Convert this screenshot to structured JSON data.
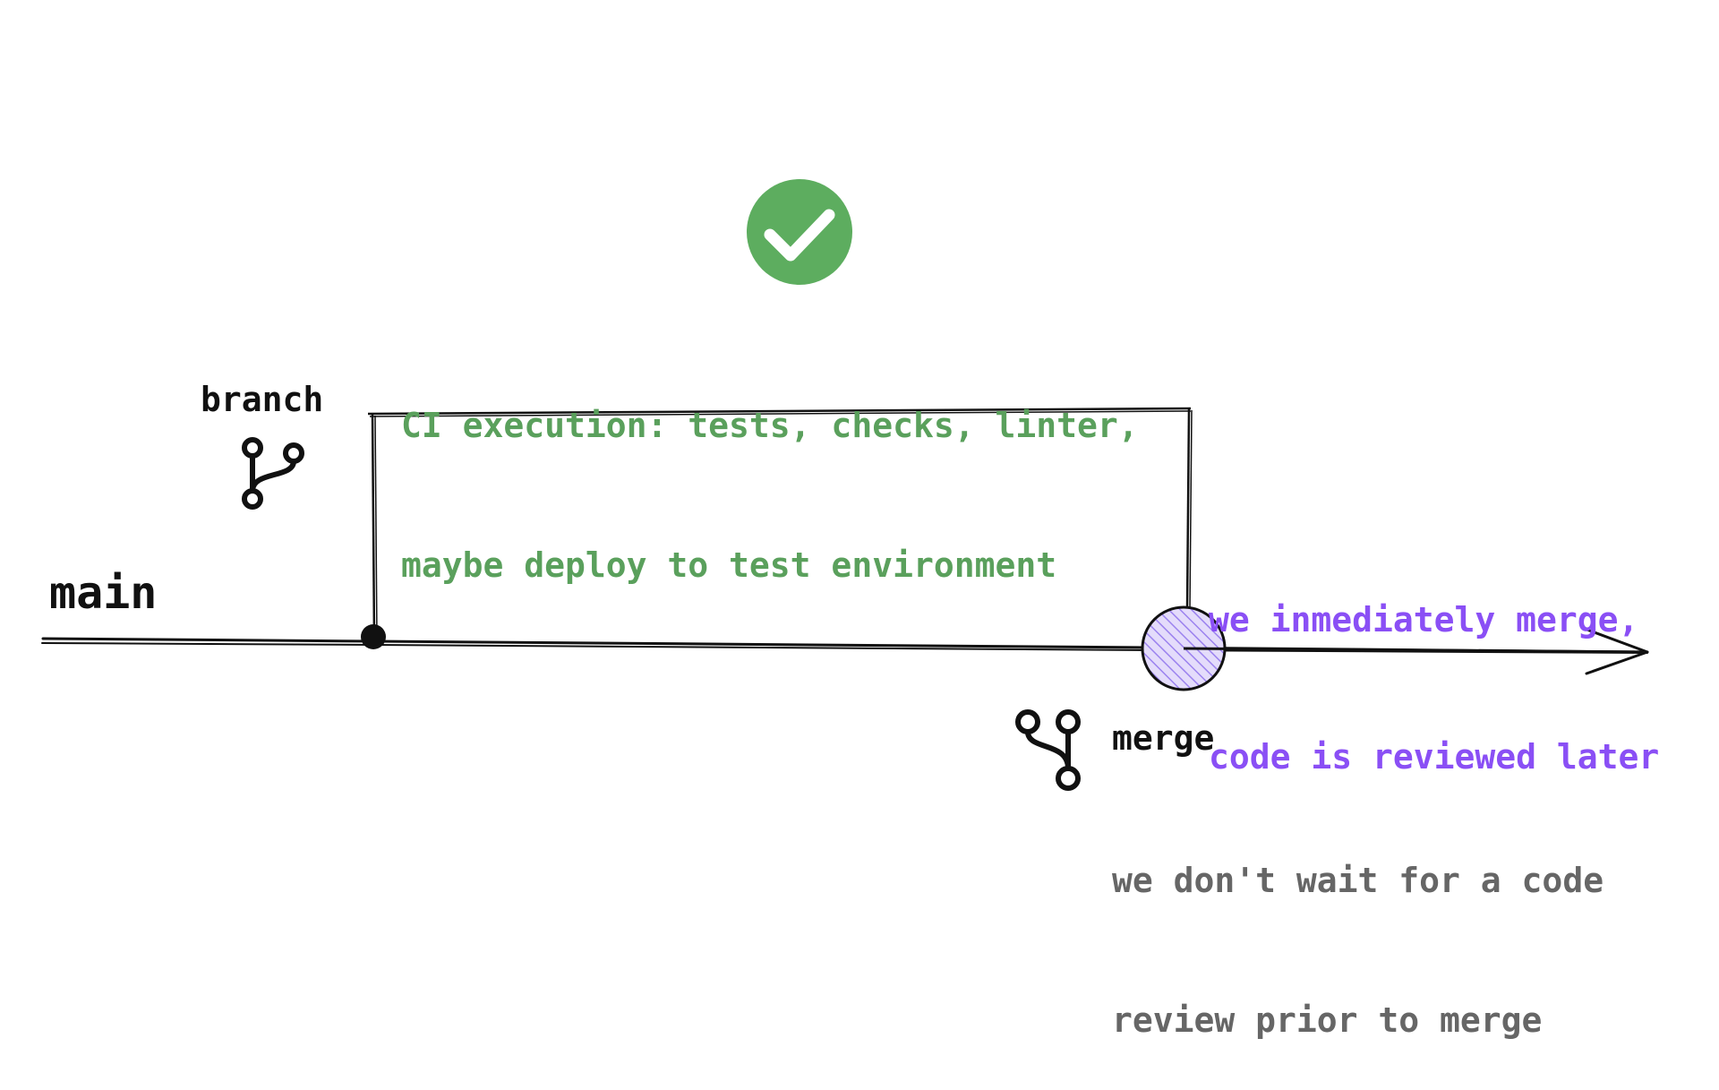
{
  "main_label": "main",
  "branch": {
    "label": "branch",
    "icon": "git-branch-icon"
  },
  "ci": {
    "icon": "check-circle-icon",
    "lines": [
      "CI execution: tests, checks, linter,",
      "maybe deploy to test environment"
    ]
  },
  "merge_note": {
    "lines": [
      "we inmediately merge,",
      "code is reviewed later"
    ]
  },
  "merge": {
    "label": "merge",
    "icon": "git-merge-icon",
    "lines": [
      "we don't wait for a code",
      "review prior to merge"
    ]
  },
  "colors": {
    "green": "#5aa05c",
    "purple": "#8a4ff5",
    "gray": "#666666",
    "ink": "#111111",
    "hatch_fill": "#b6a4f2"
  }
}
